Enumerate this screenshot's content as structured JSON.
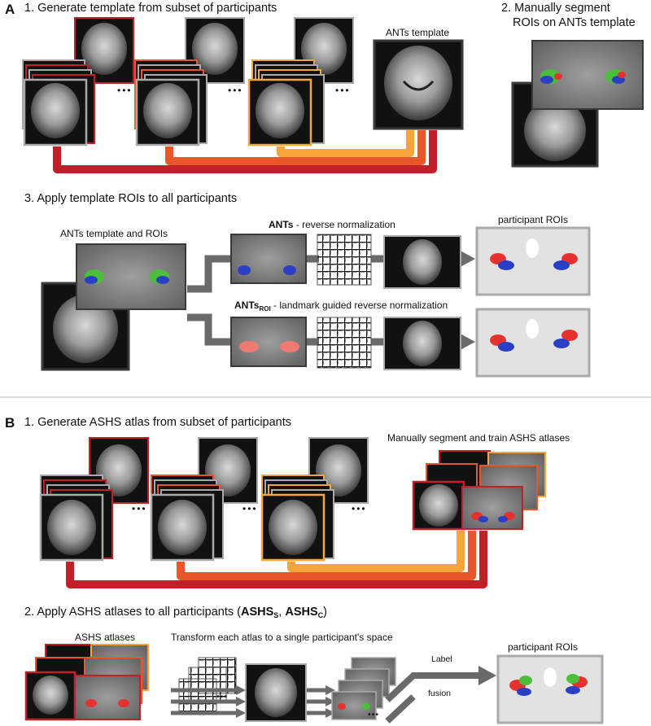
{
  "sectionA": {
    "letter": "A",
    "step1": "1. Generate template from subset of participants",
    "step2_line1": "2. Manually segment",
    "step2_line2": "ROIs on ANTs template",
    "ants_template": "ANTs template",
    "step3": "3. Apply template ROIs to all participants",
    "ants_template_rois": "ANTs template and ROIs",
    "ants_bold": "ANTs",
    "ants_desc": " - reverse normalization",
    "antsroi_bold": "ANTs",
    "antsroi_sub": "ROI",
    "antsroi_desc": " - landmark guided reverse normalization",
    "participant_rois": "participant ROIs"
  },
  "sectionB": {
    "letter": "B",
    "step1": "1. Generate ASHS atlas from subset of participants",
    "manual_train": "Manually segment and train ASHS atlases",
    "step2_prefix": "2. Apply ASHS atlases to all participants (",
    "ashs_s": "ASHS",
    "ashs_s_sub": "S",
    "sep": ", ",
    "ashs_c": "ASHS",
    "ashs_c_sub": "C",
    "step2_suffix": ")",
    "ashs_atlases": "ASHS atlases",
    "transform": "Transform each atlas to a single participant's space",
    "label": "Label",
    "fusion": "fusion",
    "participant_rois": "participant ROIs"
  },
  "ellipsis": "•••",
  "colors": {
    "dark_red": "#c0202a",
    "orange_red": "#e8572a",
    "light_orange": "#f6a53a",
    "frame_gray": "#aaaaaa",
    "dark_frame": "#3a3a3a",
    "roi_green": "#4bbf3a",
    "roi_blue": "#2b3fc4",
    "roi_red": "#e5322e",
    "arrow_gray": "#6a6a6a"
  }
}
